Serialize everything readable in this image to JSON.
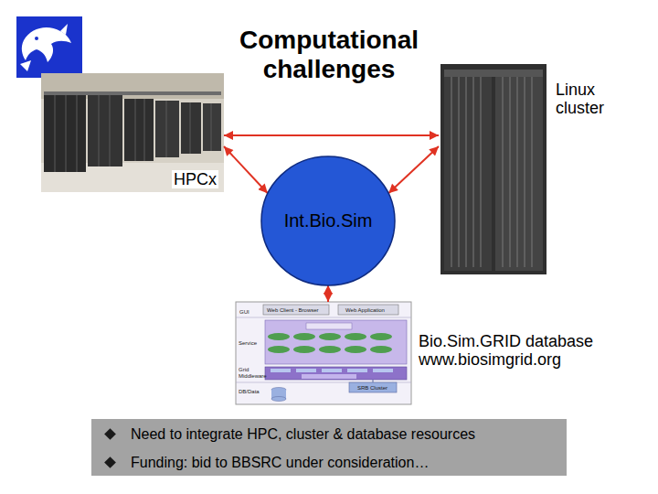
{
  "diagram": {
    "title": "Computational challenges",
    "nodes": [
      {
        "text": [
          "HPCx"
        ]
      },
      {
        "text": [
          "Linux cluster"
        ]
      },
      {
        "text": [
          "Int.Bio.Sim"
        ]
      },
      {
        "text": [
          "Bio.Sim.GRID database www.biosimgrid.org"
        ]
      },
      {
        "text": [
          "Need to integrate HPC, cluster & database resources",
          "Funding: bid to BBSRC under consideration…"
        ]
      }
    ],
    "edges": [
      {
        "from": 0,
        "to": 1,
        "arrow": "both"
      },
      {
        "from": 0,
        "to": 2,
        "arrow": "both"
      },
      {
        "from": 1,
        "to": 2,
        "arrow": "both"
      },
      {
        "from": 2,
        "to": 3,
        "arrow": "both"
      }
    ],
    "labels": [
      "Web Client - Browser",
      "Web Application",
      "GUI",
      "Service",
      "Grid Middleware",
      "DB/Data",
      "SRB Cluster"
    ]
  }
}
